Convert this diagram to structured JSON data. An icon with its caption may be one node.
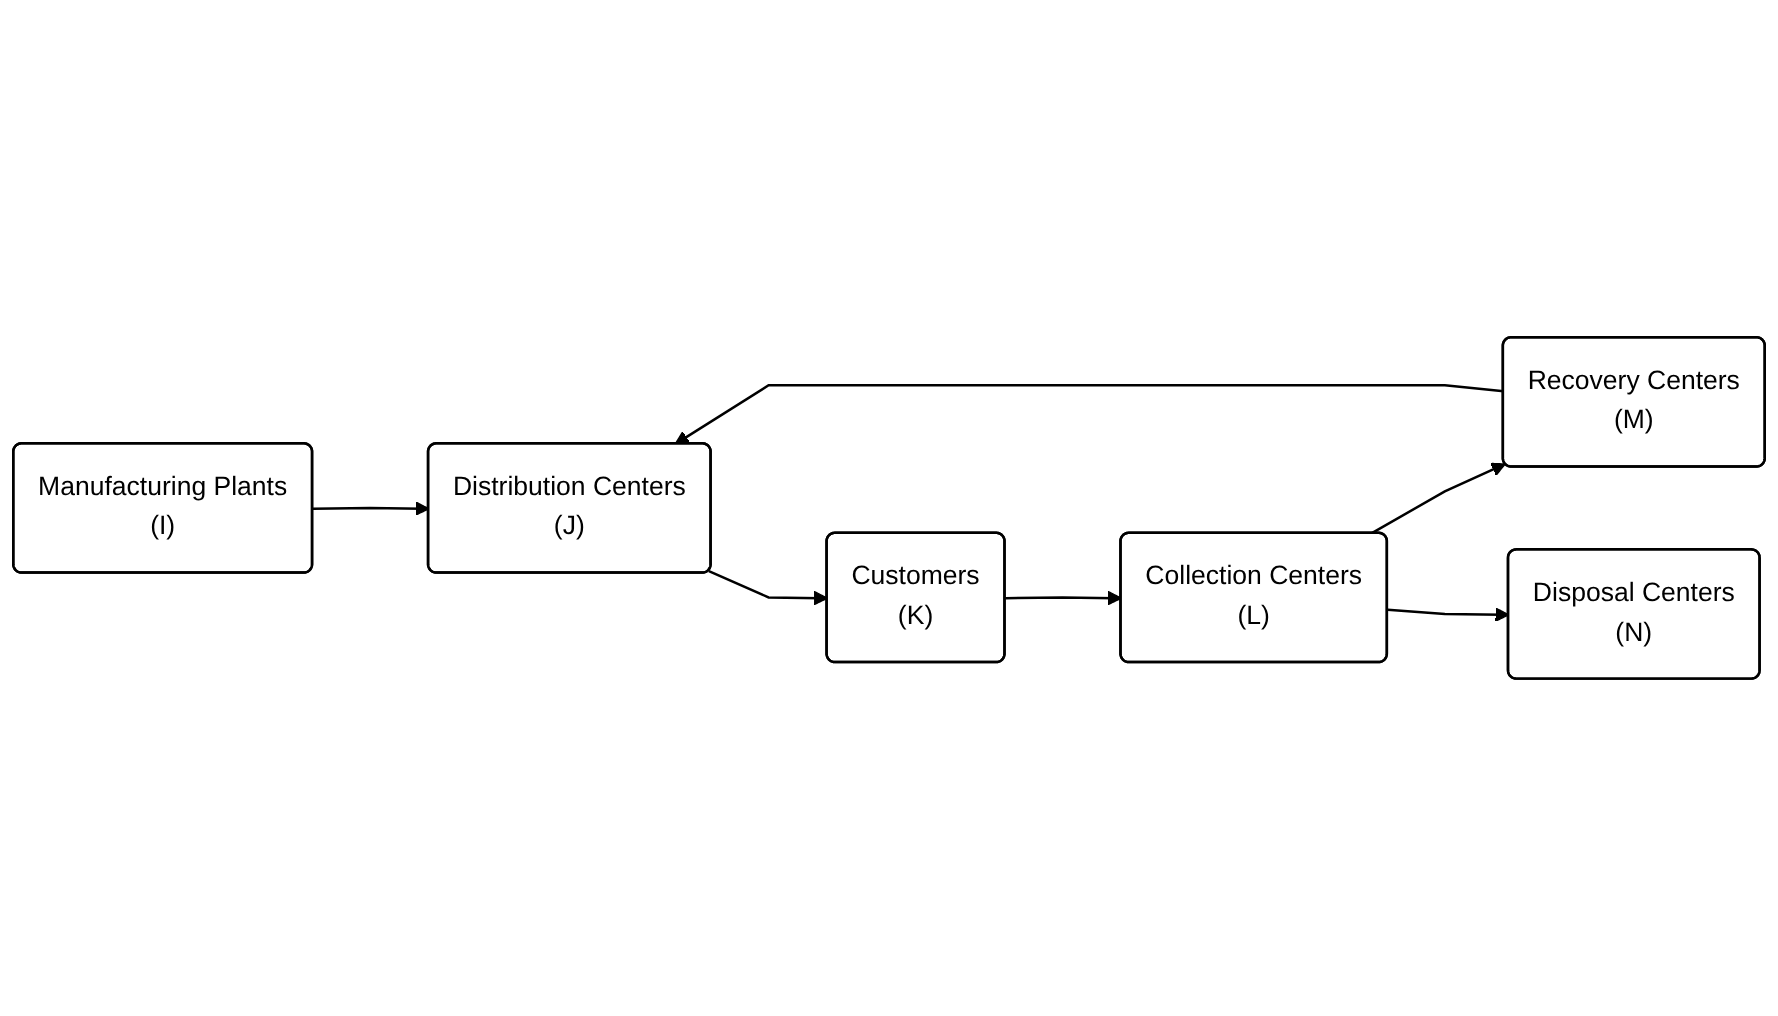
{
  "diagram": {
    "nodes": [
      {
        "text": [
          "Manufacturing Plants",
          "(I)"
        ]
      },
      {
        "text": [
          "Distribution Centers",
          "(J)"
        ]
      },
      {
        "text": [
          "Customers",
          "(K)"
        ]
      },
      {
        "text": [
          "Recovery Centers",
          "(M)"
        ]
      },
      {
        "text": [
          "Collection Centers",
          "(L)"
        ]
      },
      {
        "text": [
          "Disposal Centers",
          "(N)"
        ]
      }
    ],
    "edges": [
      {
        "from": 0,
        "to": 1,
        "arrow": "to"
      },
      {
        "from": 1,
        "to": 2,
        "arrow": "to"
      },
      {
        "from": 2,
        "to": 4,
        "arrow": "to"
      },
      {
        "from": 4,
        "to": 3,
        "arrow": "to"
      },
      {
        "from": 3,
        "to": 1,
        "arrow": "to"
      },
      {
        "from": 4,
        "to": 5,
        "arrow": "to"
      }
    ]
  }
}
